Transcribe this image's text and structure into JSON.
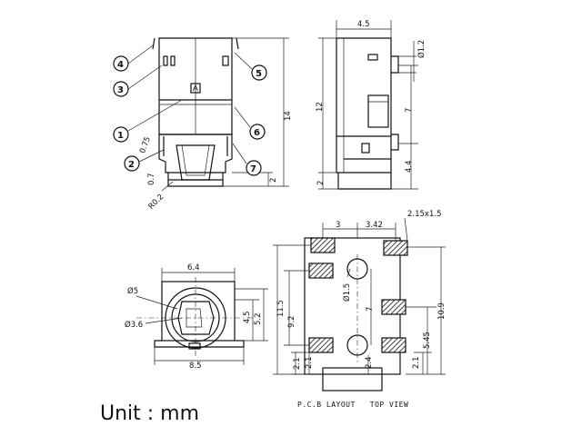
{
  "unit_label": "Unit : mm",
  "layout_caption": "P.C.B LAYOUT   TOP VIEW",
  "callouts": [
    "1",
    "2",
    "3",
    "4",
    "5",
    "6",
    "7"
  ],
  "front_view": {
    "dims": {
      "overall_height": "14",
      "bottom": "2",
      "gap": "0.75",
      "lip": "0.7",
      "radius": "R0.2"
    }
  },
  "side_view": {
    "dims": {
      "width": "4.5",
      "pin_dia": "Ø1.2",
      "body_height": "12",
      "pin_offset": "7",
      "lower_offset": "4.4",
      "base": "2"
    }
  },
  "bottom_view": {
    "dims": {
      "width_top": "6.4",
      "outer_dia": "Ø5",
      "inner_dia": "Ø3.6",
      "h1": "4.5",
      "h2": "5.2",
      "width_bottom": "8.5"
    }
  },
  "pcb_layout": {
    "dims": {
      "pitch_left": "3",
      "pitch_right": "3.42",
      "pad_size": "2.15x1.5",
      "hole_dia": "Ø1.5",
      "v_outer": "11.5",
      "v_inner": "9.2",
      "v_mid": "7",
      "v_right": "10.9",
      "v_right_low": "5.45",
      "bottom_left_1": "2.1",
      "bottom_left_2": "2.1",
      "bottom_mid": "2.4",
      "bottom_right": "2.1"
    }
  }
}
